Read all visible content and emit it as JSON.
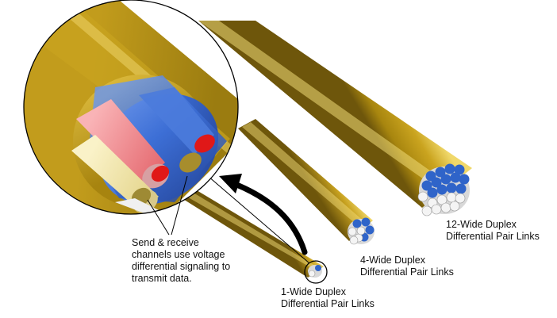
{
  "labels": {
    "send_receive": [
      "Send & receive",
      "channels use voltage",
      "differential signaling to",
      "transmit data."
    ],
    "one_wide": [
      "1-Wide Duplex",
      "Differential Pair Links"
    ],
    "four_wide": [
      "4-Wide Duplex",
      "Differential Pair Links"
    ],
    "twelve_wide": [
      "12-Wide Duplex",
      "Differential Pair Links"
    ]
  },
  "colors": {
    "cable_gold": "#c9a21e",
    "cable_gold_light": "#e8cf5a",
    "cable_gold_dark": "#7e6410",
    "inner_blue": "#3d6fd6",
    "pair_red": "#e01818",
    "pair_pink": "#f28c90",
    "pair_cream": "#f2e7a4",
    "wire_white": "#e8e8e8",
    "arrow_black": "#000000"
  }
}
